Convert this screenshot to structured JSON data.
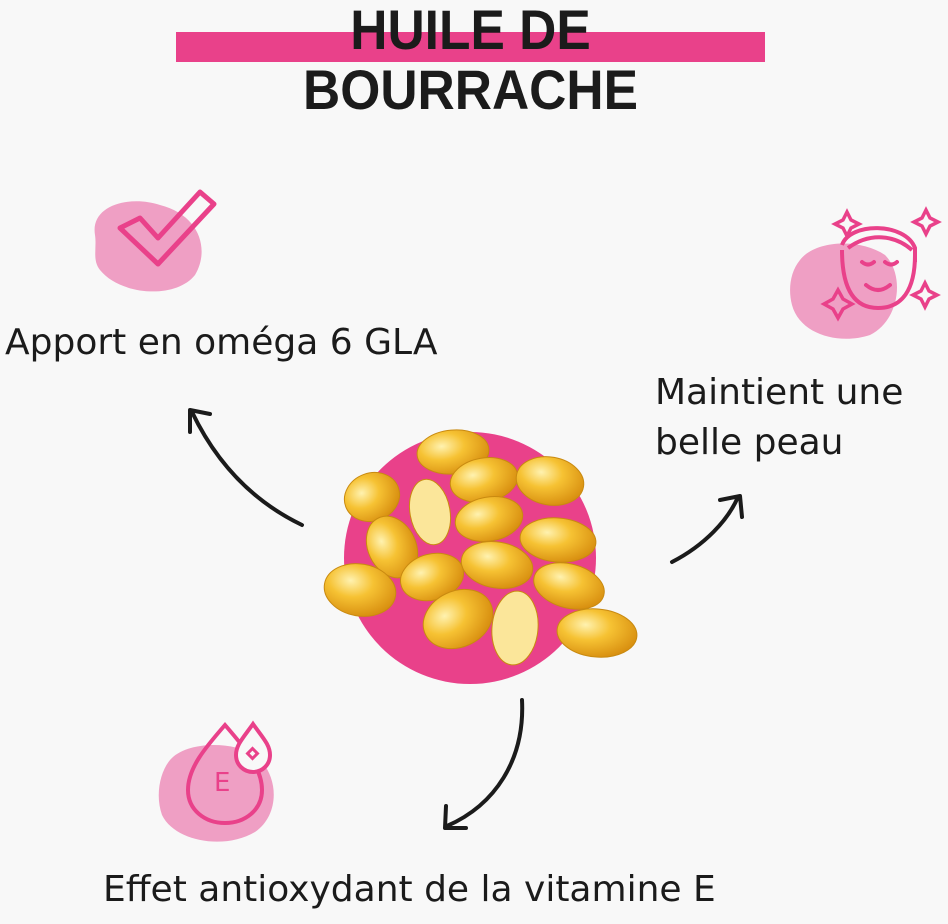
{
  "title": "HUILE DE BOURRACHE",
  "benefits": [
    {
      "label": "Apport en oméga 6 GLA",
      "icon": "checkmark-icon"
    },
    {
      "label_line1": "Maintient une",
      "label_line2": "belle peau",
      "icon": "face-glow-icon"
    },
    {
      "label": "Effet antioxydant de la vitamine E",
      "icon": "vitamin-e-drop-icon",
      "icon_letter": "E"
    }
  ],
  "colors": {
    "accent": "#e9418a",
    "blob": "#ef9fc4",
    "capsule": "#f3b51c",
    "background": "#f8f8f8"
  }
}
